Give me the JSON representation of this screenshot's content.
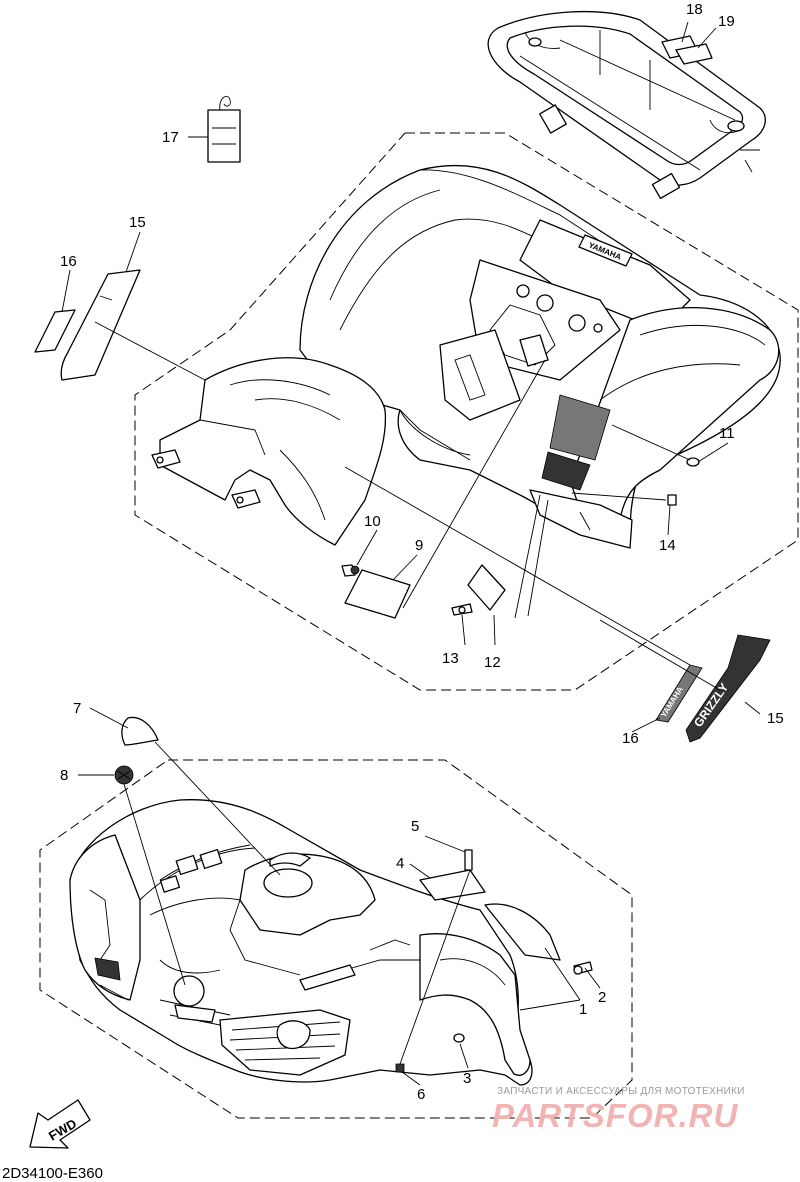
{
  "callouts": {
    "c1": "1",
    "c2": "2",
    "c3": "3",
    "c4": "4",
    "c5": "5",
    "c6": "6",
    "c7": "7",
    "c8": "8",
    "c9": "9",
    "c10": "10",
    "c11": "11",
    "c12": "12",
    "c13": "13",
    "c14": "14",
    "c15a": "15",
    "c15b": "15",
    "c16a": "16",
    "c16b": "16",
    "c17": "17",
    "c18": "18",
    "c19": "19"
  },
  "decals": {
    "grizzly": "GRIZZLY",
    "yamaha": "YAMAHA",
    "rear_badge": "YAMAHA"
  },
  "fwd_label": "FWD",
  "watermark": {
    "line1": "ЗАПЧАСТИ И АКСЕССУАРЫ ДЛЯ МОТОТЕХНИКИ",
    "line2": "PARTSFOR.RU"
  },
  "diagram_code": "2D34100-E360"
}
